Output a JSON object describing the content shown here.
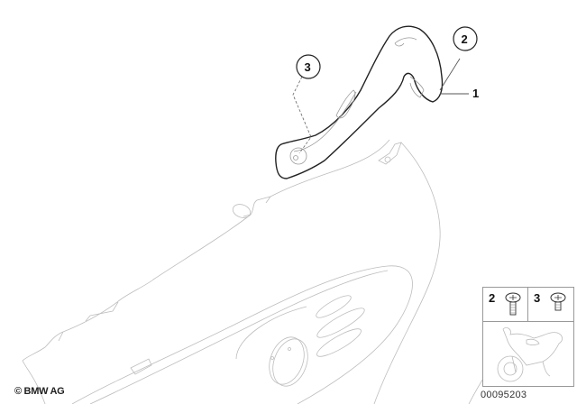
{
  "diagram": {
    "type": "parts-exploded-view",
    "callouts": [
      {
        "id": "1",
        "label": "1",
        "style": "plain"
      },
      {
        "id": "2",
        "label": "2",
        "style": "circled"
      },
      {
        "id": "3",
        "label": "3",
        "style": "circled"
      }
    ],
    "copyright": "© BMW AG",
    "image_number": "00095203",
    "legend": {
      "items": [
        {
          "label": "2",
          "icon": "screw-long-icon"
        },
        {
          "label": "3",
          "icon": "screw-short-icon"
        }
      ],
      "thumbnail": "motorcycle-icon"
    },
    "colors": {
      "line_dark": "#222222",
      "line_light": "#bdbdbd",
      "background": "#ffffff"
    }
  }
}
